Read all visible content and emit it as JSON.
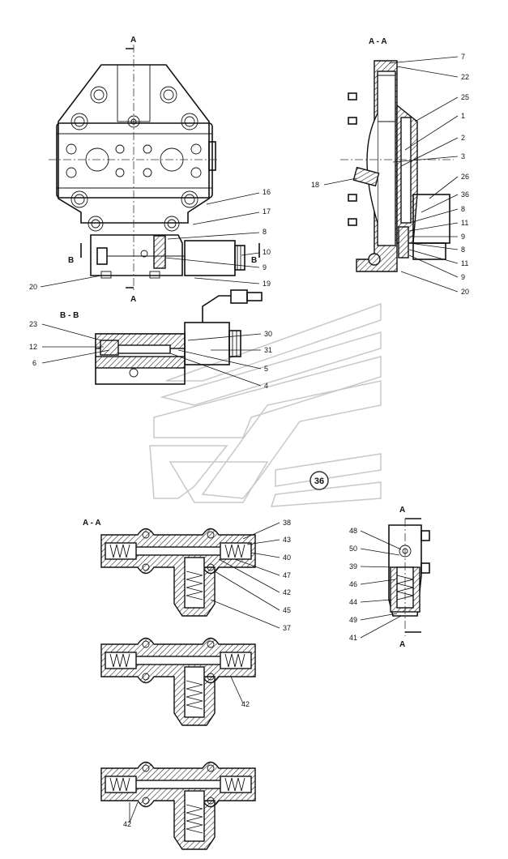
{
  "sections": {
    "top_left_cut_top": "A",
    "top_left_cut_bottom": "A",
    "top_left_cut_b_left": "B",
    "top_left_cut_b_right": "B",
    "top_right_title": "A - A",
    "middle_title": "B - B",
    "bottom_left_title": "A - A",
    "bottom_right_cut_top": "A",
    "bottom_right_cut_bottom": "A"
  },
  "watermark": {
    "badge": "36"
  },
  "callouts": {
    "front_view": [
      "16",
      "17",
      "8",
      "10",
      "9",
      "19",
      "20"
    ],
    "section_aa_top": [
      "7",
      "22",
      "25",
      "1",
      "2",
      "3",
      "18",
      "26",
      "36",
      "8",
      "11",
      "9",
      "8",
      "11",
      "9",
      "20"
    ],
    "section_bb": [
      "23",
      "12",
      "6",
      "30",
      "31",
      "5",
      "4"
    ],
    "section_aa_bottom": [
      "38",
      "43",
      "40",
      "47",
      "42",
      "45",
      "37"
    ],
    "variant_2": [
      "42"
    ],
    "variant_3": [
      "42"
    ],
    "side_view": [
      "48",
      "50",
      "39",
      "46",
      "44",
      "49",
      "41"
    ]
  },
  "colors": {
    "line": "#111111",
    "watermark": "#c8c8c8",
    "background": "#ffffff"
  }
}
